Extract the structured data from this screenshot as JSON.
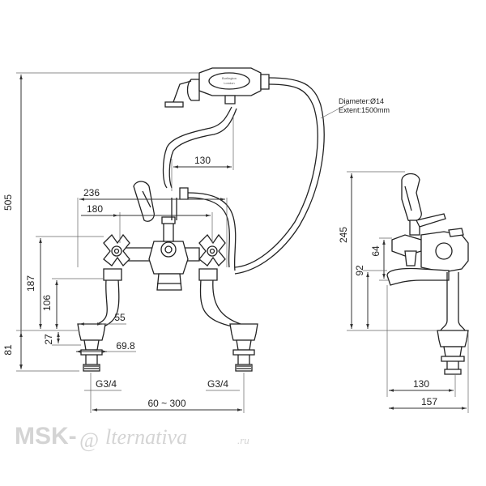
{
  "dimensions": {
    "total_height": "505",
    "bottom_height": "81",
    "height_187": "187",
    "height_106": "106",
    "height_27": "27",
    "width_236": "236",
    "width_180": "180",
    "width_130_top": "130",
    "width_55": "55",
    "width_698": "69.8",
    "centers": "60 ~ 300",
    "thread_left": "G3/4",
    "thread_right": "G3/4",
    "side_height_245": "245",
    "side_height_64": "64",
    "side_height_92": "92",
    "side_width_130": "130",
    "side_width_157": "157"
  },
  "hose_note": {
    "diameter": "Diameter:Ø14",
    "extent": "Extent:1500mm"
  },
  "handset_brand": {
    "line1": "Burlington",
    "line2": "London"
  },
  "watermark": {
    "prefix": "MSK-",
    "at": "@",
    "suffix": "lternativa",
    "tld": ".ru"
  }
}
